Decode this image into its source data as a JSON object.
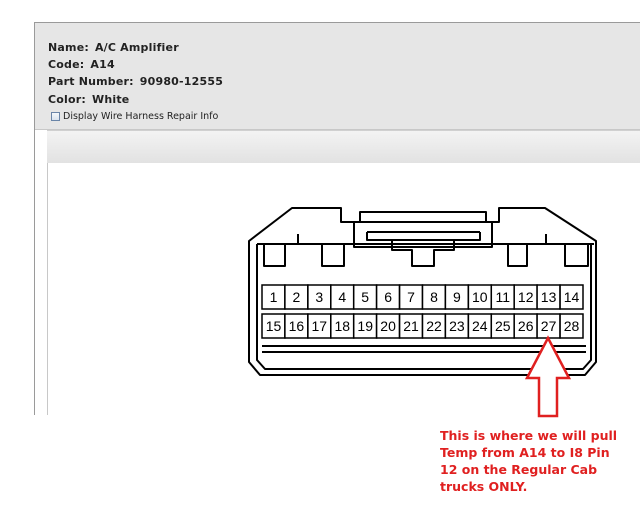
{
  "info": {
    "name_label": "Name:",
    "name_value": "A/C Amplifier",
    "code_label": "Code:",
    "code_value": "A14",
    "part_label": "Part Number:",
    "part_value": "90980-12555",
    "color_label": "Color:",
    "color_value": "White"
  },
  "checkbox": {
    "label": "Display Wire Harness Repair Info",
    "checked": false
  },
  "connector": {
    "top_row_pins": [
      "1",
      "2",
      "3",
      "4",
      "5",
      "6",
      "7",
      "8",
      "9",
      "10",
      "11",
      "12",
      "13",
      "14"
    ],
    "bottom_row_pins": [
      "15",
      "16",
      "17",
      "18",
      "19",
      "20",
      "21",
      "22",
      "23",
      "24",
      "25",
      "26",
      "27",
      "28"
    ],
    "highlighted_pin": "27"
  },
  "annotation": {
    "lines": [
      "This is where we will pull",
      "Temp from A14 to I8 Pin",
      "12 on the Regular Cab",
      "trucks ONLY."
    ],
    "color": "#e02020"
  }
}
